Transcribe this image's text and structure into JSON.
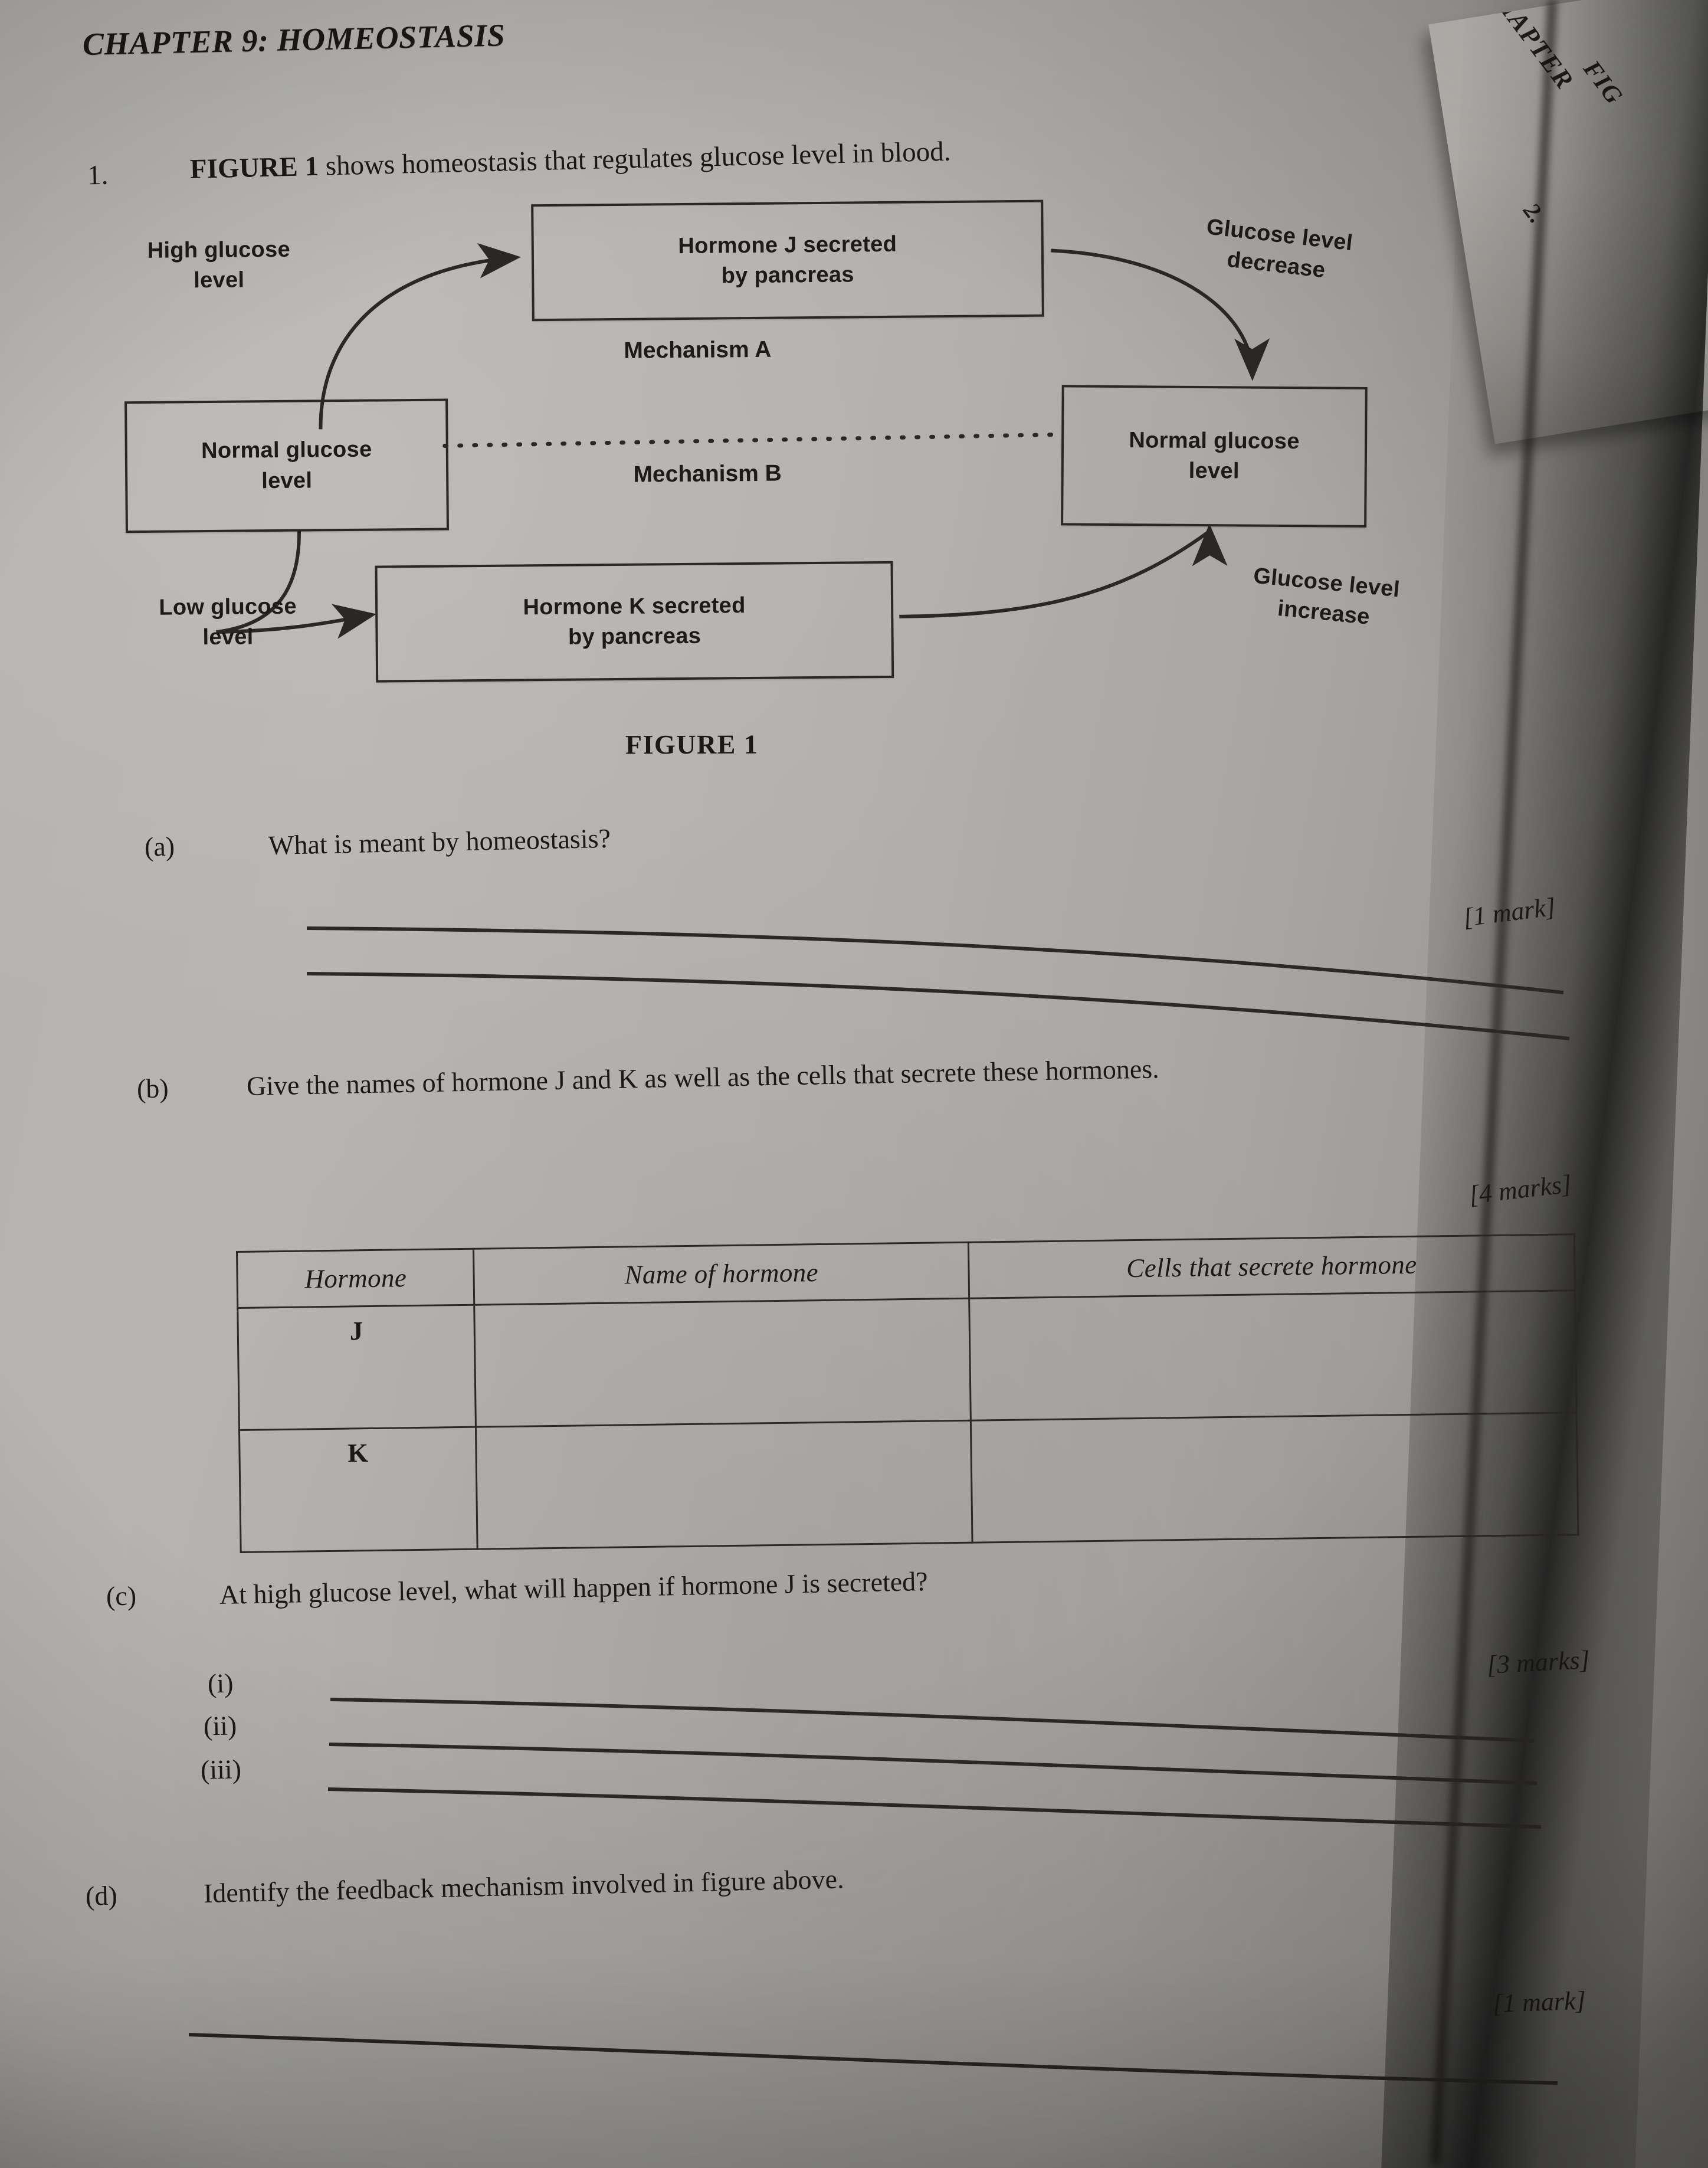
{
  "page": {
    "chapter_title": "CHAPTER 9: HOMEOSTASIS",
    "question_number": "1.",
    "question_stem_bold": "FIGURE 1",
    "question_stem_rest": " shows homeostasis that regulates glucose level in blood.",
    "figure_caption": "FIGURE 1"
  },
  "next_page": {
    "line1": "CHAPTER",
    "line2": "FIG",
    "line3": "2."
  },
  "figure": {
    "boxes": [
      {
        "id": "hormone-j",
        "line1": "Hormone J secreted",
        "line2": "by pancreas"
      },
      {
        "id": "normal-left",
        "line1": "Normal glucose",
        "line2": "level"
      },
      {
        "id": "normal-right",
        "line1": "Normal glucose",
        "line2": "level"
      },
      {
        "id": "hormone-k",
        "line1": "Hormone K secreted",
        "line2": "by pancreas"
      }
    ],
    "labels": [
      {
        "id": "high-glucose",
        "line1": "High glucose",
        "line2": "level"
      },
      {
        "id": "low-glucose",
        "line1": "Low glucose",
        "line2": "level"
      },
      {
        "id": "glucose-decrease",
        "line1": "Glucose level",
        "line2": "decrease"
      },
      {
        "id": "glucose-increase",
        "line1": "Glucose level",
        "line2": "increase"
      }
    ],
    "mechanisms": [
      {
        "id": "mechanism-a",
        "label": "Mechanism A"
      },
      {
        "id": "mechanism-b",
        "label": "Mechanism B"
      }
    ]
  },
  "questions": [
    {
      "label": "(a)",
      "text": "What is meant by homeostasis?",
      "marks": "[1 mark]",
      "answer_lines": 2
    },
    {
      "label": "(b)",
      "text": "Give the names of hormone J and K as well as the cells that secrete these hormones.",
      "marks": "[4 marks]",
      "answer_lines": 0
    },
    {
      "label": "(c)",
      "text": "At high glucose level, what will happen if hormone J is secreted?",
      "marks": "[3 marks]",
      "answer_lines": 3,
      "roman_items": [
        "(i)",
        "(ii)",
        "(iii)"
      ]
    },
    {
      "label": "(d)",
      "text": "Identify the feedback mechanism involved in figure above.",
      "marks": "[1 mark]",
      "answer_lines": 1
    }
  ],
  "table": {
    "headers": [
      "Hormone",
      "Name of hormone",
      "Cells that secrete hormone"
    ],
    "rows": [
      {
        "hormone": "J",
        "name_of_hormone": "",
        "cells_that_secrete": ""
      },
      {
        "hormone": "K",
        "name_of_hormone": "",
        "cells_that_secrete": ""
      }
    ]
  },
  "colors": {
    "paper": "#b2b0ac",
    "ink": "#1b1916",
    "rule_line": "#2b2825"
  }
}
